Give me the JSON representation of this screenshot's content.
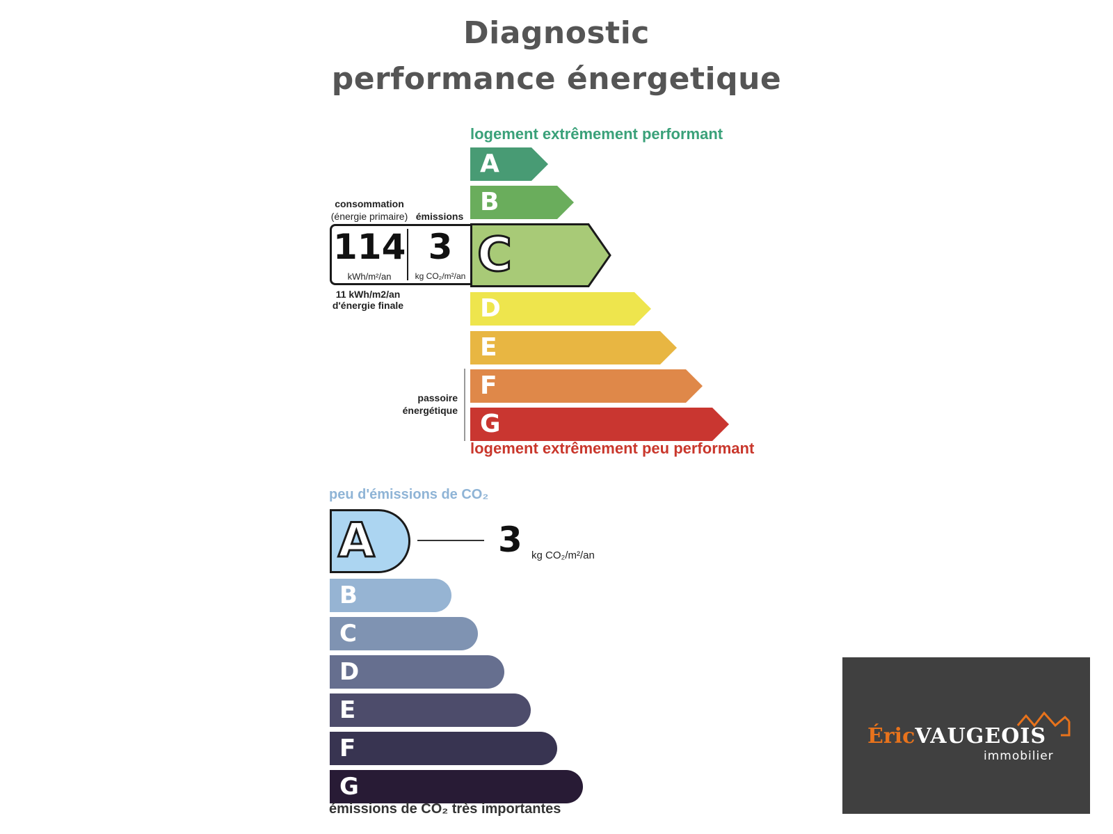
{
  "header": {
    "title_line1": "Diagnostic",
    "title_line2": "performance énergetique"
  },
  "dpe": {
    "caption_top": "logement extrêmement performant",
    "caption_bottom": "logement extrêmement peu performant",
    "current_class": "C",
    "classes": [
      {
        "letter": "A",
        "color": "#489b74"
      },
      {
        "letter": "B",
        "color": "#6aad5c"
      },
      {
        "letter": "C",
        "color": "#a8ca77"
      },
      {
        "letter": "D",
        "color": "#eee54d"
      },
      {
        "letter": "E",
        "color": "#e8b642"
      },
      {
        "letter": "F",
        "color": "#df8849"
      },
      {
        "letter": "G",
        "color": "#c93630"
      }
    ],
    "label_consommation": "consommation",
    "label_energie_primaire": "(énergie primaire)",
    "label_emissions": "émissions",
    "consumption_value": "114",
    "consumption_unit": "kWh/m²/an",
    "emissions_value": "3",
    "emissions_unit": "kg CO₂/m²/an",
    "final_energy_line1": "11 kWh/m2/an",
    "final_energy_line2": "d'énergie finale",
    "passoire_line1": "passoire",
    "passoire_line2": "énergétique"
  },
  "ges": {
    "caption_top": "peu d'émissions de CO₂",
    "caption_bottom": "émissions de CO₂ très importantes",
    "current_class": "A",
    "current_value": "3",
    "current_unit": "kg CO₂/m²/an",
    "classes": [
      {
        "letter": "A",
        "color": "#acd5f1"
      },
      {
        "letter": "B",
        "color": "#96b4d3"
      },
      {
        "letter": "C",
        "color": "#7f93b2"
      },
      {
        "letter": "D",
        "color": "#666f8f"
      },
      {
        "letter": "E",
        "color": "#4d4c6b"
      },
      {
        "letter": "F",
        "color": "#383451"
      },
      {
        "letter": "G",
        "color": "#281b35"
      }
    ]
  },
  "logo": {
    "first": "Éric",
    "last": "VAUGEOIS",
    "sub": "immobilier",
    "accent_color": "#e8731c",
    "background_color": "#404040"
  }
}
